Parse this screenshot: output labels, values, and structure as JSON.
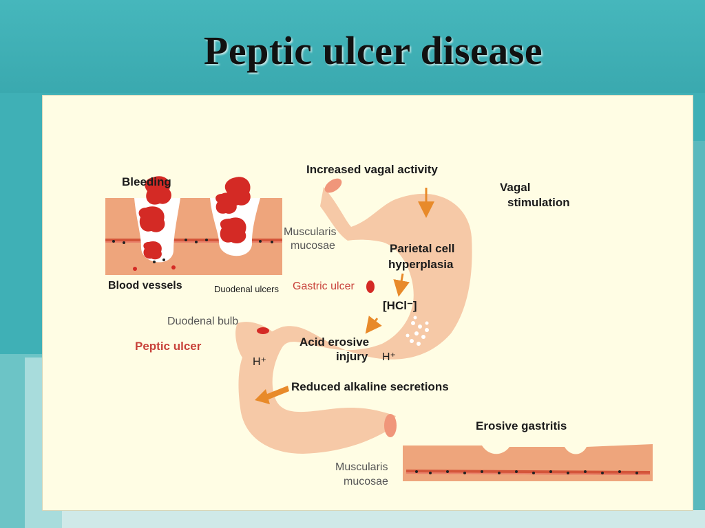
{
  "title": "Peptic ulcer disease",
  "labels": {
    "bleeding": "Bleeding",
    "blood_vessels": "Blood vessels",
    "duodenal_ulcers": "Duodenal ulcers",
    "gastric_ulcer": "Gastric ulcer",
    "muscularis_1": "Muscularis",
    "mucosae_1": "mucosae",
    "increased_vagal": "Increased  vagal  activity",
    "vagal": "Vagal",
    "stimulation": "stimulation",
    "parietal_1": "Parietal cell",
    "parietal_2": "hyperplasia",
    "hcl": "[HCl⁻]",
    "duodenal_bulb": "Duodenal bulb",
    "peptic_ulcer": "Peptic  ulcer",
    "acid_1": "Acid erosive",
    "acid_2": "injury",
    "h_plus_1": "H⁺",
    "h_plus_2": "H⁺",
    "reduced": "Reduced alkaline secretions",
    "erosive": "Erosive gastritis",
    "muscularis_2": "Muscularis",
    "mucosae_2": "mucosae"
  },
  "colors": {
    "background": "#3fb0b6",
    "panel": "#fffde4",
    "tissue": "#eea57c",
    "stomach": "#f6c9a7",
    "blood": "#d42a25",
    "arrow": "#e88a2a",
    "label_red": "#c8423a"
  }
}
